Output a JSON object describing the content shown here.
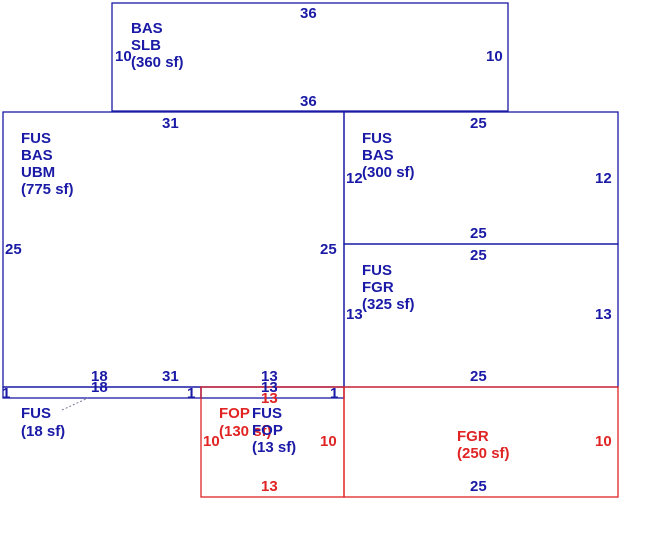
{
  "colors": {
    "blue": "#1a1aa6",
    "red": "#e02424",
    "background": "#ffffff"
  },
  "areas": {
    "bas_slb": {
      "line1": "BAS",
      "line2": "SLB",
      "area": "(360 sf)",
      "top": "36",
      "bottom": "36",
      "left": "10",
      "right": "10"
    },
    "fus_bas_ubm": {
      "line1": "FUS",
      "line2": "BAS",
      "line3": "UBM",
      "area": "(775 sf)",
      "top": "31",
      "bottom": "31",
      "left": "25",
      "right": "25"
    },
    "fus_bas_300": {
      "line1": "FUS",
      "line2": "BAS",
      "area": "(300 sf)",
      "top": "25",
      "bottom": "25",
      "left": "12",
      "right": "12"
    },
    "fus_fgr": {
      "line1": "FUS",
      "line2": "FGR",
      "area": "(325 sf)",
      "top": "25",
      "bottom": "25",
      "left": "13",
      "right": "13"
    },
    "fus_strip": {
      "line1": "FUS",
      "area": "(18 sf)",
      "top": "18",
      "bottom": "18",
      "left": "1",
      "right": "1"
    },
    "fop": {
      "line1": "FOP",
      "area": "(130 sf)",
      "top": "13",
      "bottom": "13",
      "left": "10",
      "right": "10"
    },
    "fus_fop": {
      "line1": "FUS",
      "line2": "FOP",
      "area": "(13 sf)",
      "top": "13",
      "bottom": "13",
      "left": "1",
      "right": "1"
    },
    "fgr": {
      "line1": "FGR",
      "area": "(250 sf)",
      "top": "25",
      "bottom": "25",
      "right": "10"
    }
  }
}
